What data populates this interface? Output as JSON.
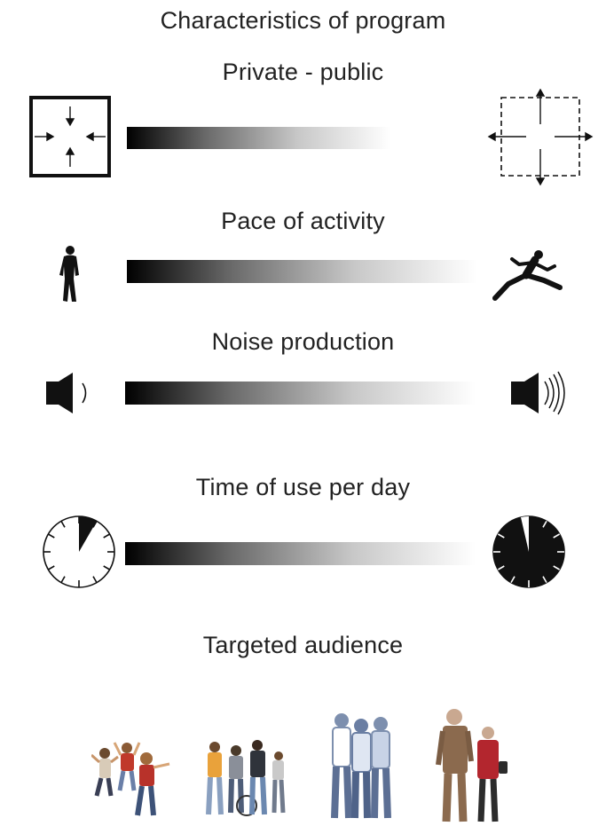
{
  "title": "Characteristics of program",
  "scales": [
    {
      "label": "Private - public",
      "left_icon": "private-enclosed-square-icon",
      "right_icon": "public-open-square-icon"
    },
    {
      "label": "Pace of activity",
      "left_icon": "walking-person-icon",
      "right_icon": "running-person-icon"
    },
    {
      "label": "Noise production",
      "left_icon": "speaker-low-volume-icon",
      "right_icon": "speaker-high-volume-icon"
    },
    {
      "label": "Time of use per day",
      "left_icon": "clock-short-use-icon",
      "right_icon": "clock-long-use-icon"
    }
  ],
  "audience": {
    "label": "Targeted audience",
    "groups": [
      "children-group",
      "teenagers-group",
      "young-adults-group",
      "elderly-group"
    ]
  },
  "colors": {
    "gradient_start": "#000000",
    "gradient_end": "#ffffff",
    "ink": "#111111"
  }
}
